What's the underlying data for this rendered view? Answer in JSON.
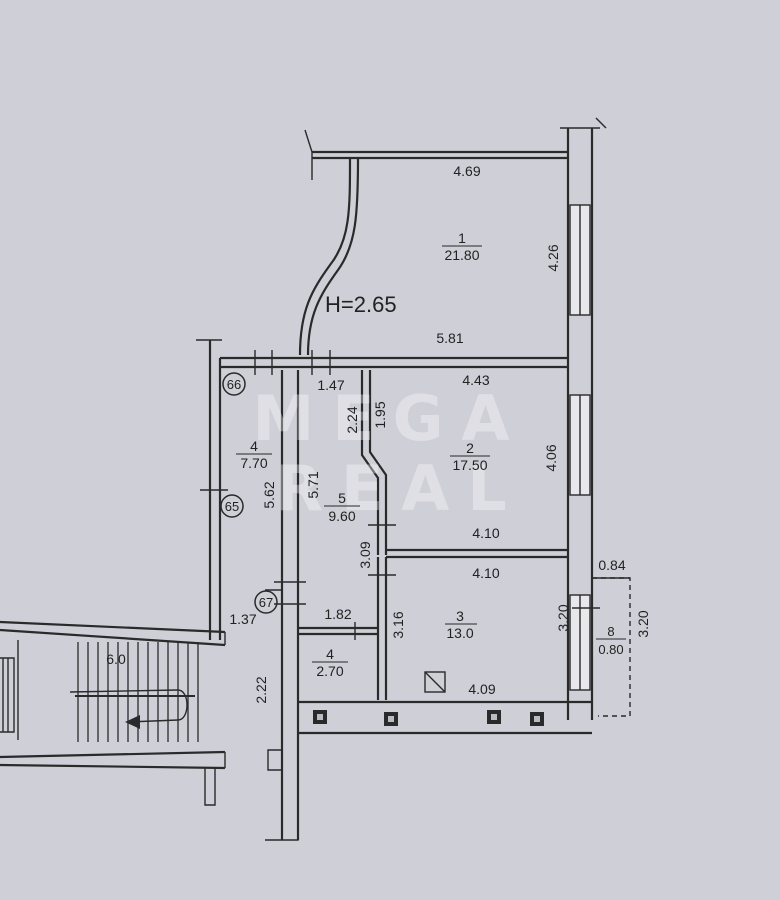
{
  "plan": {
    "ceiling_height": "H=2.65",
    "rooms": [
      {
        "id": "room-1",
        "number": "1",
        "area": "21.80"
      },
      {
        "id": "room-2",
        "number": "2",
        "area": "17.50"
      },
      {
        "id": "room-3",
        "number": "3",
        "area": "13.0"
      },
      {
        "id": "room-4a",
        "number": "4",
        "area": "7.70"
      },
      {
        "id": "room-4b",
        "number": "4",
        "area": "2.70"
      },
      {
        "id": "room-5",
        "number": "5",
        "area": "9.60"
      },
      {
        "id": "room-8",
        "number": "8",
        "area": "0.80"
      }
    ],
    "dimensions": {
      "d_469": "4.69",
      "d_426": "4.26",
      "d_581": "5.81",
      "d_147": "1.47",
      "d_224": "2.24",
      "d_195": "1.95",
      "d_443": "4.43",
      "d_406": "4.06",
      "d_571": "5.71",
      "d_562": "5.62",
      "d_410a": "4.10",
      "d_410b": "4.10",
      "d_309": "3.09",
      "d_084": "0.84",
      "d_137": "1.37",
      "d_182": "1.82",
      "d_316": "3.16",
      "d_320a": "3.20",
      "d_320b": "3.20",
      "d_222": "2.22",
      "d_409": "4.09",
      "d_60": "6.0"
    },
    "markers": {
      "m66": "66",
      "m65": "65",
      "m67": "67"
    },
    "watermark": {
      "line1": "MEGA",
      "line2": "REAL"
    }
  }
}
